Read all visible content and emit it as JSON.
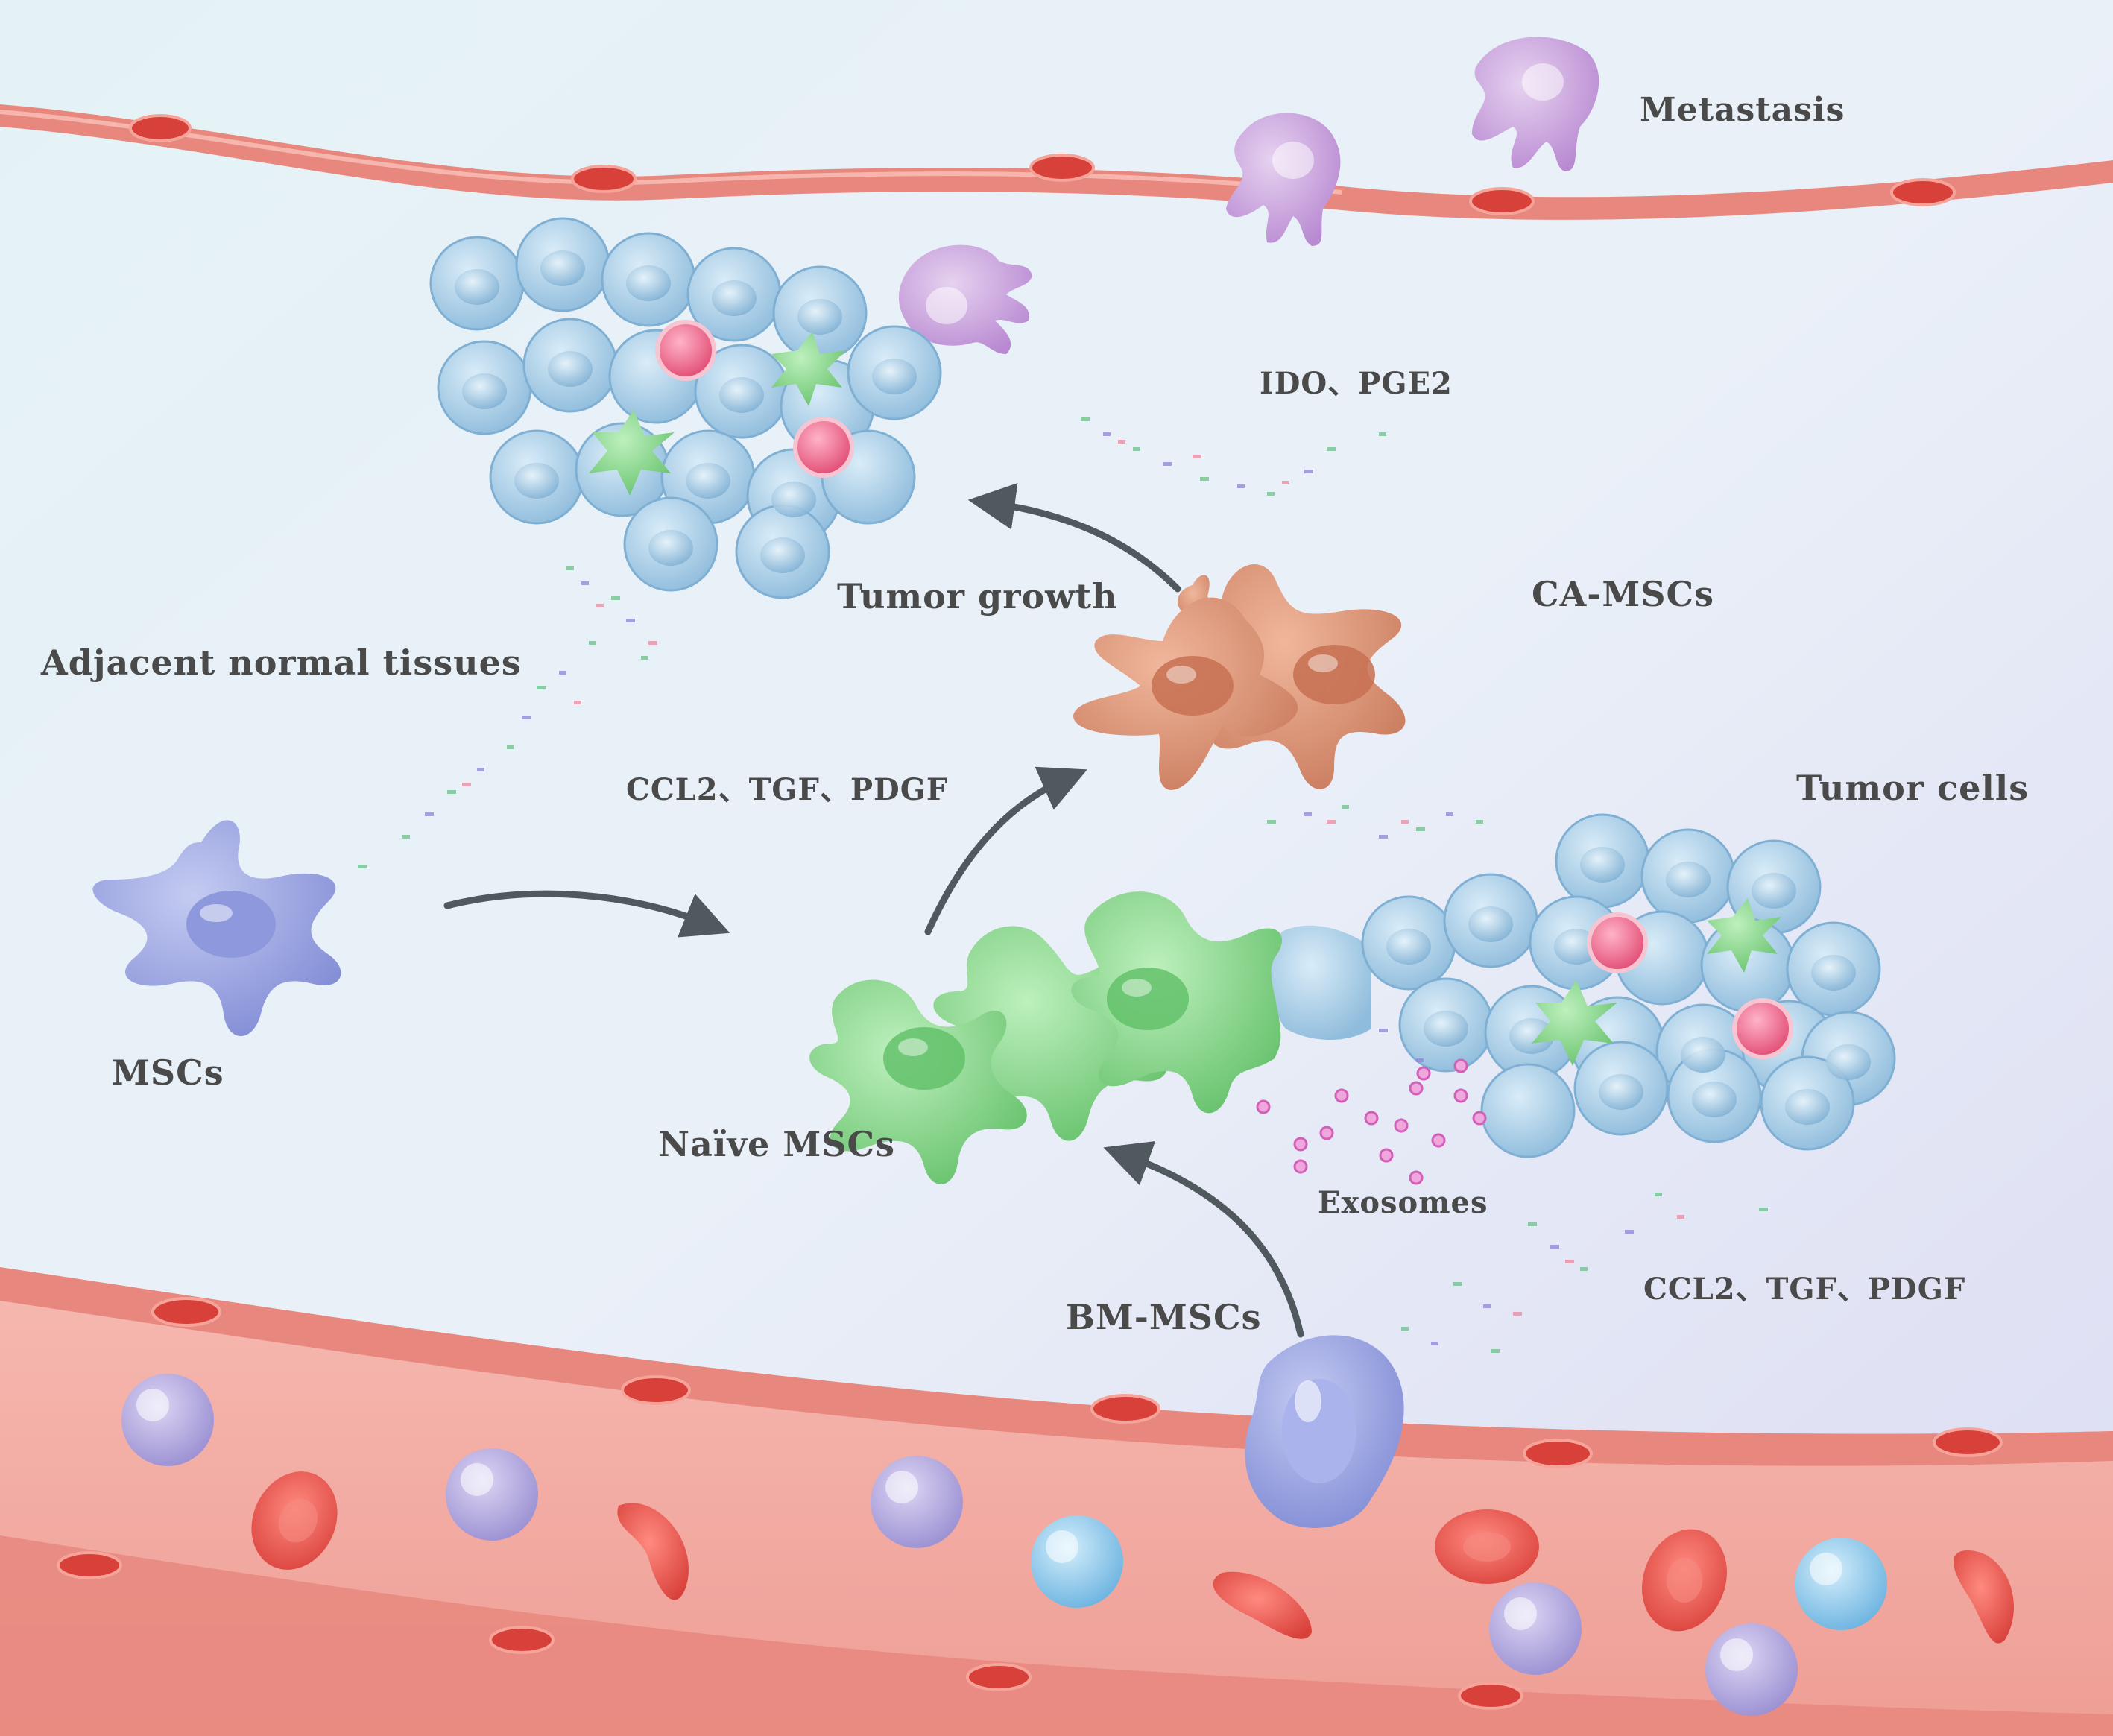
{
  "labels": {
    "metastasis": "Metastasis",
    "ido_pge2": "IDO、PGE2",
    "tumor_growth": "Tumor growth",
    "ca_mscs": "CA-MSCs",
    "adjacent_normal_tissues": "Adjacent normal tissues",
    "factors_upper": "CCL2、TGF、PDGF",
    "tumor_cells": "Tumor cells",
    "mscs": "MSCs",
    "naive_mscs": "Naïve MSCs",
    "exosomes": "Exosomes",
    "factors_lower": "CCL2、TGF、PDGF",
    "bm_mscs": "BM-MSCs"
  },
  "colors": {
    "vessel_wall": "#e8877e",
    "vessel_lumen": "#f2aaa2",
    "red_blood_cell": "#e2504a",
    "tumor_cell": "#a9cde6",
    "metastatic_cell": "#c9a4dc",
    "ca_msc": "#d99072",
    "naive_msc": "#8fd68f",
    "msc": "#9aa6e0",
    "exosome": "#e06fc8",
    "arrow": "#505a5e",
    "text": "#4a4a4a"
  }
}
